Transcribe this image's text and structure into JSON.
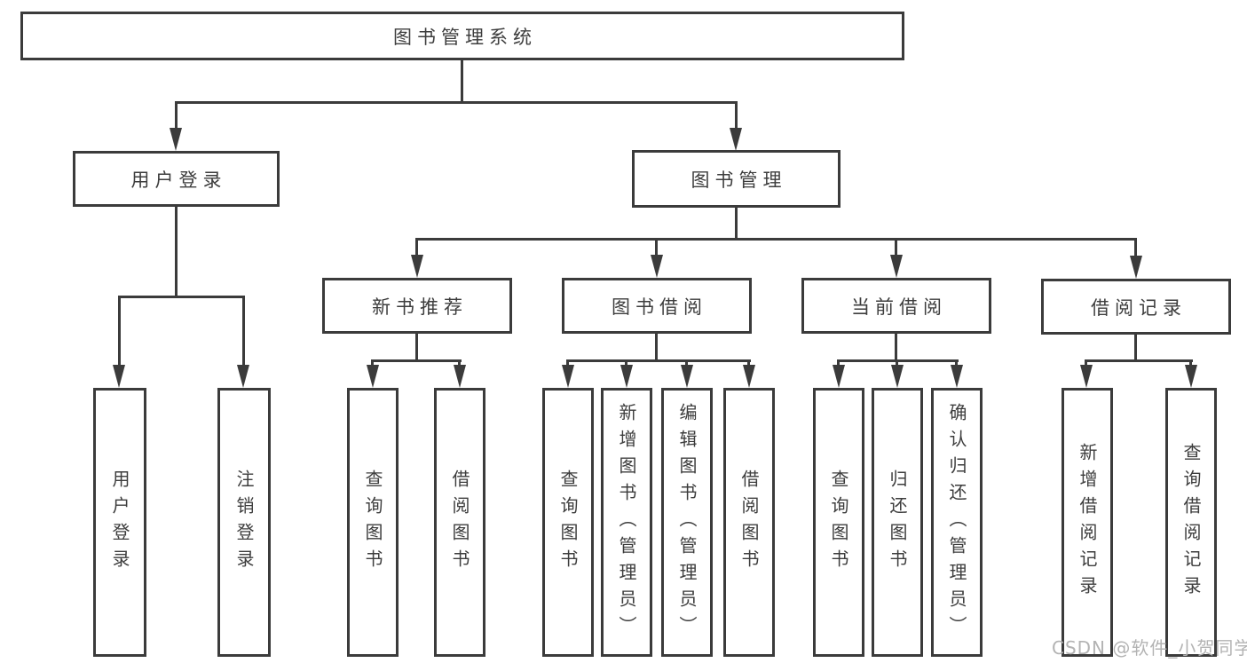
{
  "diagram": {
    "watermark": "CSDN @软件_小贺同学",
    "colors": {
      "line": "#3b3b3b",
      "text": "#3d3d3d",
      "watermark": "#b3b3b3",
      "background": "#ffffff"
    },
    "root": {
      "label": "图书管理系统"
    },
    "branches": [
      {
        "label": "用户登录",
        "children": [
          {
            "label": "用户登录"
          },
          {
            "label": "注销登录"
          }
        ]
      },
      {
        "label": "图书管理",
        "children": [
          {
            "label": "新书推荐",
            "children": [
              {
                "label": "查询图书"
              },
              {
                "label": "借阅图书"
              }
            ]
          },
          {
            "label": "图书借阅",
            "children": [
              {
                "label": "查询图书"
              },
              {
                "label": "新增图书（管理员）"
              },
              {
                "label": "编辑图书（管理员）"
              },
              {
                "label": "借阅图书"
              }
            ]
          },
          {
            "label": "当前借阅",
            "children": [
              {
                "label": "查询图书"
              },
              {
                "label": "归还图书"
              },
              {
                "label": "确认归还（管理员）"
              }
            ]
          },
          {
            "label": "借阅记录",
            "children": [
              {
                "label": "新增借阅记录"
              },
              {
                "label": "查询借阅记录"
              }
            ]
          }
        ]
      }
    ]
  }
}
